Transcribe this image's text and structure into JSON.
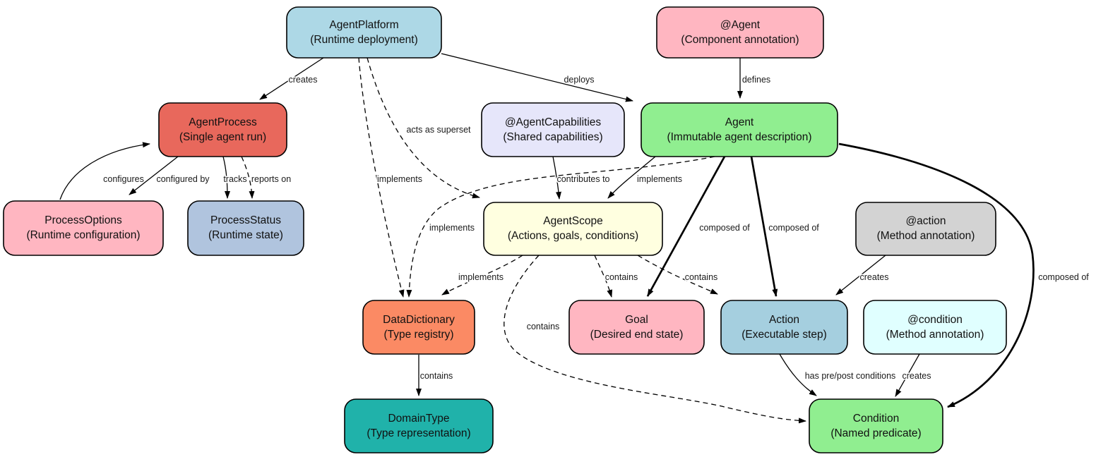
{
  "diagram": {
    "type": "directed-graph",
    "nodes": {
      "agent_platform": {
        "title": "AgentPlatform",
        "subtitle": "(Runtime deployment)",
        "color": "#ADD8E6"
      },
      "at_agent": {
        "title": "@Agent",
        "subtitle": "(Component annotation)",
        "color": "#FFB6C1"
      },
      "agent_process": {
        "title": "AgentProcess",
        "subtitle": "(Single agent run)",
        "color": "#E8685C"
      },
      "process_options": {
        "title": "ProcessOptions",
        "subtitle": "(Runtime configuration)",
        "color": "#FFB6C1"
      },
      "process_status": {
        "title": "ProcessStatus",
        "subtitle": "(Runtime state)",
        "color": "#B0C4DE"
      },
      "at_agent_capabilities": {
        "title": "@AgentCapabilities",
        "subtitle": "(Shared capabilities)",
        "color": "#E6E6FA"
      },
      "agent": {
        "title": "Agent",
        "subtitle": "(Immutable agent description)",
        "color": "#90EE90"
      },
      "agent_scope": {
        "title": "AgentScope",
        "subtitle": "(Actions, goals, conditions)",
        "color": "#FFFFE0"
      },
      "data_dictionary": {
        "title": "DataDictionary",
        "subtitle": "(Type registry)",
        "color": "#FB8A64"
      },
      "domain_type": {
        "title": "DomainType",
        "subtitle": "(Type representation)",
        "color": "#20B2AA"
      },
      "goal": {
        "title": "Goal",
        "subtitle": "(Desired end state)",
        "color": "#FFB6C1"
      },
      "action": {
        "title": "Action",
        "subtitle": "(Executable step)",
        "color": "#A5CFDF"
      },
      "at_action": {
        "title": "@action",
        "subtitle": "(Method annotation)",
        "color": "#D3D3D3"
      },
      "at_condition": {
        "title": "@condition",
        "subtitle": "(Method annotation)",
        "color": "#E0FFFF"
      },
      "condition": {
        "title": "Condition",
        "subtitle": "(Named predicate)",
        "color": "#90EE90"
      }
    },
    "edges": [
      {
        "from": "AgentPlatform",
        "to": "AgentProcess",
        "label": "creates",
        "style": "solid"
      },
      {
        "from": "AgentPlatform",
        "to": "Agent",
        "label": "deploys",
        "style": "solid"
      },
      {
        "from": "@Agent",
        "to": "Agent",
        "label": "defines",
        "style": "solid"
      },
      {
        "from": "ProcessOptions",
        "to": "AgentProcess",
        "label": "configures",
        "style": "solid"
      },
      {
        "from": "AgentProcess",
        "to": "ProcessOptions",
        "label": "configured by",
        "style": "solid"
      },
      {
        "from": "AgentProcess",
        "to": "ProcessStatus",
        "label": "tracks",
        "style": "solid"
      },
      {
        "from": "AgentProcess",
        "to": "ProcessStatus",
        "label": "reports on",
        "style": "dashed"
      },
      {
        "from": "AgentPlatform",
        "to": "AgentScope",
        "label": "acts as superset",
        "style": "dashed"
      },
      {
        "from": "AgentPlatform",
        "to": "DataDictionary",
        "label": "implements",
        "style": "dashed"
      },
      {
        "from": "@AgentCapabilities",
        "to": "AgentScope",
        "label": "contributes to",
        "style": "solid"
      },
      {
        "from": "Agent",
        "to": "AgentScope",
        "label": "implements",
        "style": "solid"
      },
      {
        "from": "Agent",
        "to": "DataDictionary",
        "label": "implements",
        "style": "dashed"
      },
      {
        "from": "AgentScope",
        "to": "DataDictionary",
        "label": "implements",
        "style": "dashed"
      },
      {
        "from": "AgentScope",
        "to": "Goal",
        "label": "contains",
        "style": "dashed"
      },
      {
        "from": "AgentScope",
        "to": "Action",
        "label": "contains",
        "style": "dashed"
      },
      {
        "from": "AgentScope",
        "to": "Condition",
        "label": "contains",
        "style": "dashed"
      },
      {
        "from": "Agent",
        "to": "Goal",
        "label": "composed of",
        "style": "bold"
      },
      {
        "from": "Agent",
        "to": "Action",
        "label": "composed of",
        "style": "bold"
      },
      {
        "from": "Agent",
        "to": "Condition",
        "label": "composed of",
        "style": "bold"
      },
      {
        "from": "@action",
        "to": "Action",
        "label": "creates",
        "style": "solid"
      },
      {
        "from": "@condition",
        "to": "Condition",
        "label": "creates",
        "style": "solid"
      },
      {
        "from": "Action",
        "to": "Condition",
        "label": "has pre/post conditions",
        "style": "solid"
      },
      {
        "from": "DataDictionary",
        "to": "DomainType",
        "label": "contains",
        "style": "solid"
      }
    ]
  }
}
